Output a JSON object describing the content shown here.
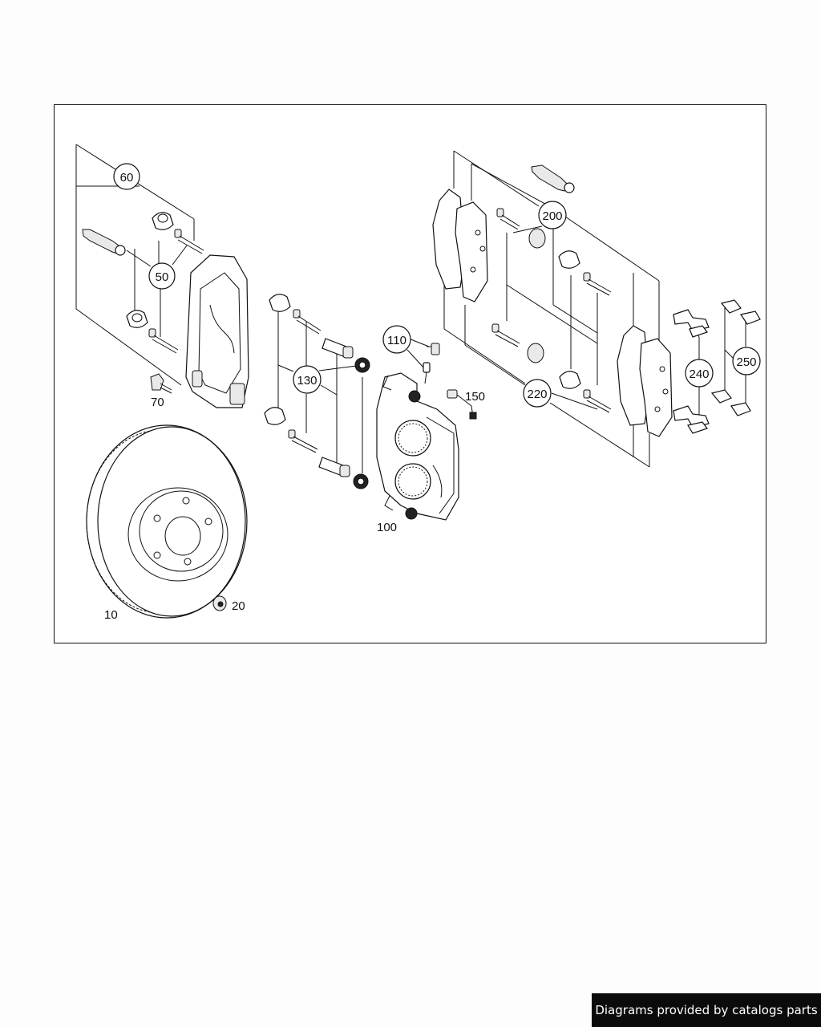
{
  "diagram": {
    "callouts": [
      "60",
      "50",
      "130",
      "110",
      "200",
      "220",
      "240",
      "250"
    ],
    "labels": [
      "70",
      "150",
      "100",
      "10",
      "20"
    ]
  },
  "footer": {
    "text": "Diagrams provided by catalogs parts"
  },
  "colors": {
    "line": "#111111",
    "background": "#fdfdfd",
    "banner": "#0b0b0b",
    "banner_text": "#ffffff"
  }
}
